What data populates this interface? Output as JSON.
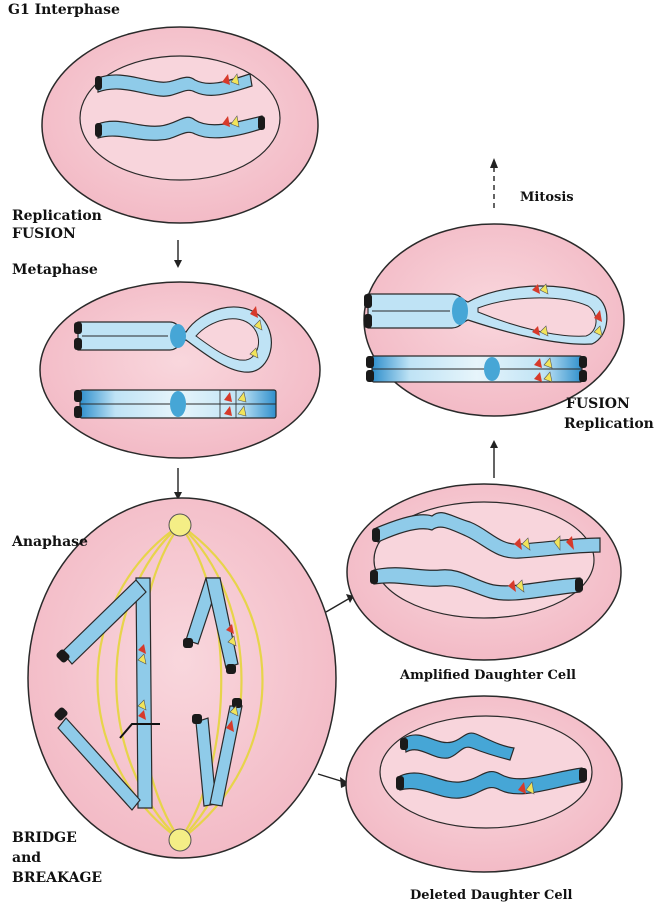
{
  "labels": {
    "g1": "G1 Interphase",
    "replication": "Replication",
    "fusion_left": "FUSION",
    "metaphase": "Metaphase",
    "anaphase": "Anaphase",
    "bridge": "BRIDGE",
    "and": "and",
    "breakage": "BREAKAGE",
    "mitosis": "Mitosis",
    "fusion_right": "FUSION",
    "replication_right": "Replication",
    "amplified": "Amplified Daughter Cell",
    "deleted": "Deleted Daughter Cell"
  },
  "colors": {
    "cell_fill": "#f5c6cf",
    "cell_stroke": "#2a2a2a",
    "nucleus_fill": "#f8d3da",
    "chromosome_light": "#d7eef8",
    "chromosome_dark": "#46a6d6",
    "telomere": "#1a1a1a",
    "spindle": "#e7d44a",
    "centrosome": "#f4ee86",
    "marker_red": "#d63a2b",
    "marker_yellow": "#f1e45a"
  }
}
